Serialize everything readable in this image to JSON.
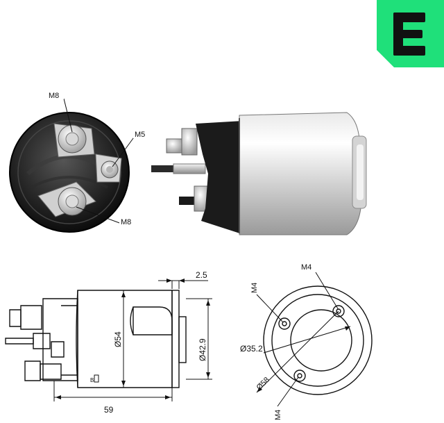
{
  "brand": {
    "logo_letter": "E",
    "logo_color": "#1fe07a",
    "logo_ink": "#111111"
  },
  "photo_end_view": {
    "terminal_labels": [
      "M8",
      "M5",
      "M8"
    ]
  },
  "drawing_side": {
    "dim_thickness": "2.5",
    "dim_body_dia": "Ø54",
    "dim_face_dia": "Ø42.9",
    "dim_length": "59",
    "body_mark": "B"
  },
  "drawing_end": {
    "thread_top": "M4",
    "thread_left": "M4",
    "thread_bottom": "M4",
    "dim_bore": "Ø35.2",
    "dim_pitch": "Ø58"
  }
}
